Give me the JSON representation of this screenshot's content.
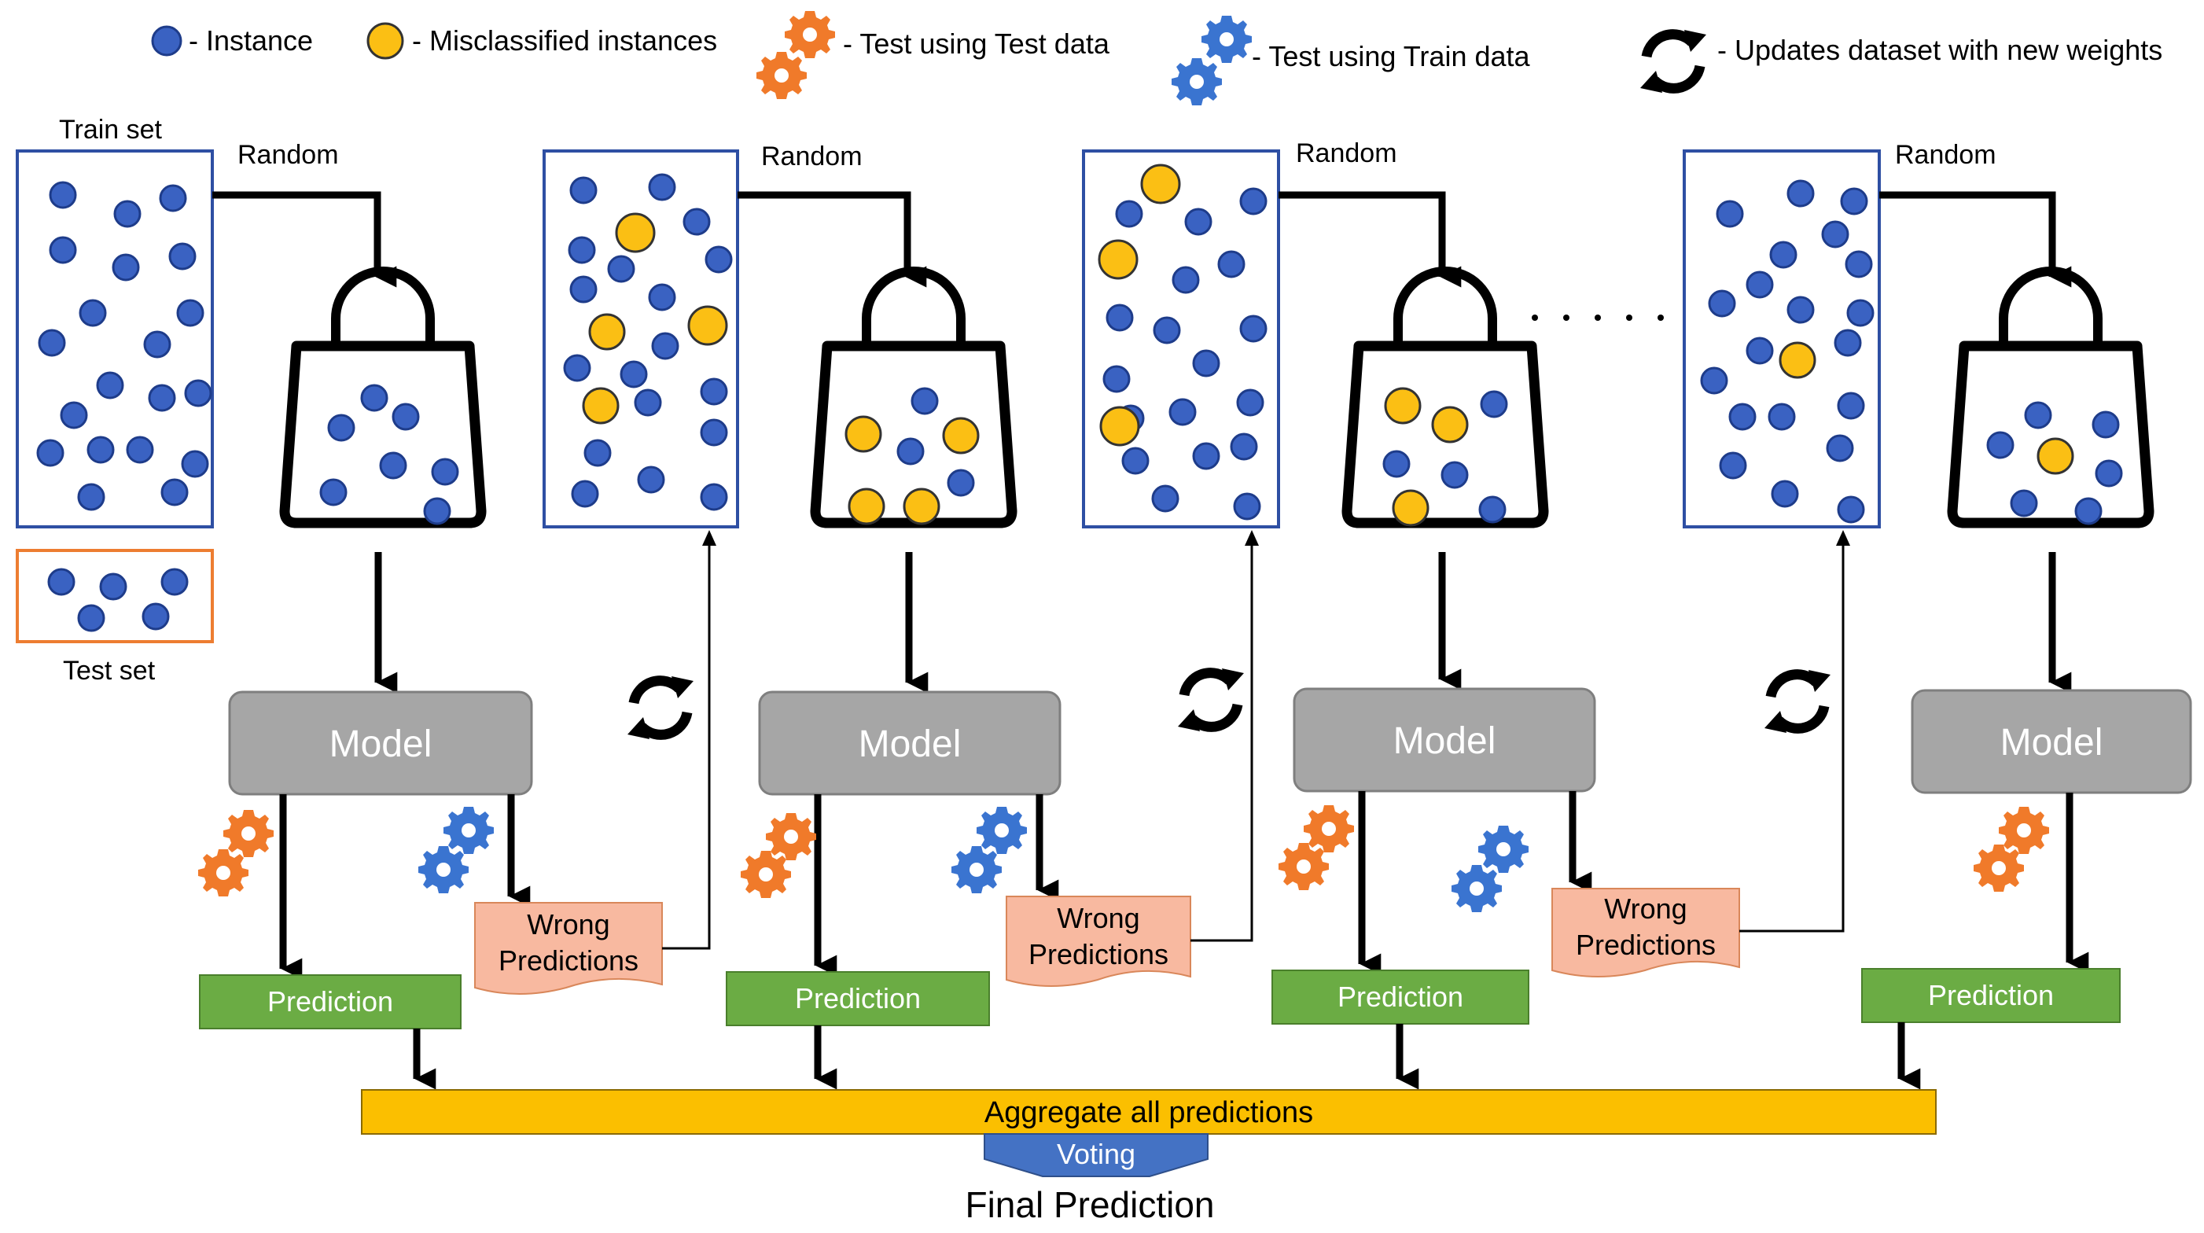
{
  "legend": {
    "instance": "- Instance",
    "misclassified": "- Misclassified instances",
    "test_using_test": "- Test using Test data",
    "test_using_train": "- Test using Train data",
    "updates": "- Updates dataset with new weights"
  },
  "train_set_label": "Train set",
  "test_set_label": "Test set",
  "random_label": "Random",
  "model_label": "Model",
  "prediction_label": "Prediction",
  "wrong_predictions_line1": "Wrong",
  "wrong_predictions_line2": "Predictions",
  "aggregate_label": "Aggregate all predictions",
  "voting_label": "Voting",
  "final_prediction_label": "Final Prediction",
  "colors": {
    "instance_blue": "#3a62c2",
    "misclassified_yellow": "#fbbf14",
    "test_gear_orange": "#f07a2a",
    "train_gear_blue": "#3a74d0",
    "model_gray": "#a6a6a6",
    "prediction_green": "#6bac44",
    "wrong_salmon": "#f8b9a0",
    "aggregate_gold": "#fbbf00",
    "voting_blue": "#4472c4",
    "train_box_border": "#2e4fa3",
    "test_box_border": "#ed7d31"
  },
  "icons": [
    "instance-dot",
    "misclassified-dot",
    "orange-gears-icon",
    "blue-gears-icon",
    "cycle-arrows-icon",
    "shopping-bag-icon"
  ]
}
